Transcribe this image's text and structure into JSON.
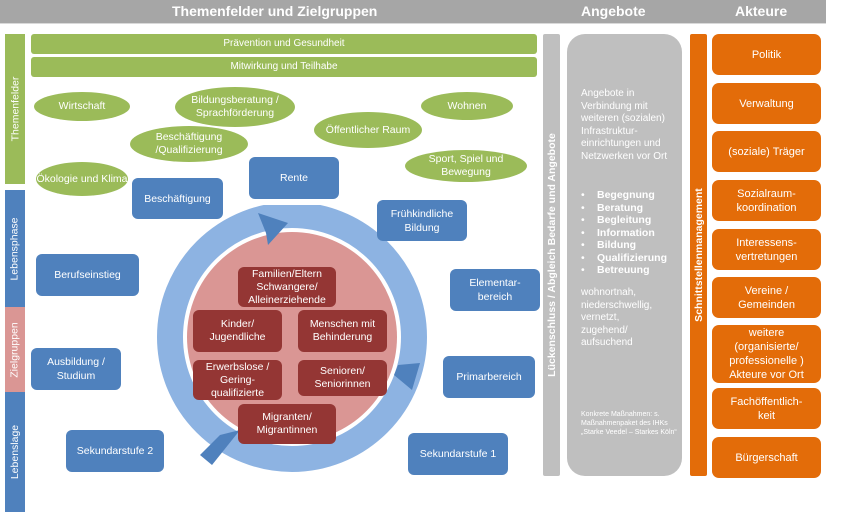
{
  "header": {
    "themenfelder_zielgruppen": "Themenfelder und Zielgruppen",
    "angebote": "Angebote",
    "akteure": "Akteure"
  },
  "side_labels": {
    "themenfelder": "Themenfelder",
    "lebensphase": "Lebensphase",
    "zielgruppen": "Zielgruppen",
    "lebenslage": "Lebenslage"
  },
  "themenfelder": {
    "bars": [
      "Prävention und Gesundheit",
      "Mitwirkung  und Teilhabe"
    ],
    "ovals": {
      "wirtschaft": "Wirtschaft",
      "bildungsberatung": "Bildungsberatung / Sprachförderung",
      "wohnen": "Wohnen",
      "beschaeftigung_qual": "Beschäftigung /Qualifizierung",
      "oeffentlicher_raum": "Öffentlicher Raum",
      "oekologie": "Ökologie und Klima",
      "sport": "Sport, Spiel und Bewegung"
    }
  },
  "lebensphasen": {
    "beschaeftigung": "Beschäftigung",
    "rente": "Rente",
    "fruehkindlich": "Frühkindliche Bildung",
    "berufseinstieg": "Berufseinstieg",
    "elementar": "Elementar-bereich",
    "ausbildung": "Ausbildung / Studium",
    "primar": "Primarbereich",
    "sek2": "Sekundarstufe 2",
    "sek1": "Sekundarstufe 1"
  },
  "zielgruppen": {
    "familien": "Familien/Eltern Schwangere/ Alleinerziehende",
    "kinder": "Kinder/ Jugendliche",
    "behinderung": "Menschen mit Behinderung",
    "erwerbslose": "Erwerbslose / Gering-qualifizierte",
    "senioren": "Senioren/ Seniorinnen",
    "migranten": "Migranten/ Migrantinnen"
  },
  "lueckenschluss": "Lückenschluss / Abgleich Bedarfe und Angebote",
  "angebote": {
    "intro": "Angebote in Verbindung mit weiteren (sozialen) Infrastruktur-einrichtungen und Netzwerken vor Ort",
    "bullets": [
      "Begegnung",
      "Beratung",
      "Begleitung",
      "Information",
      "Bildung",
      "Qualifizierung",
      "Betreuung"
    ],
    "attributes": "wohnortnah, niederschwellig, vernetzt, zugehend/ aufsuchend",
    "note": "Konkrete Maßnahmen: s. Maßnahmenpaket des IHKs „Starke Veedel – Starkes Köln“"
  },
  "schnittstellen": "Schnittstellenmanagement",
  "akteure": [
    "Politik",
    "Verwaltung",
    "(soziale) Träger",
    "Sozialraum-koordination",
    "Interessens-vertretungen",
    "Vereine / Gemeinden",
    "weitere (organisierte/ professionelle ) Akteure vor Ort",
    "Fachöffentlich-keit",
    "Bürgerschaft"
  ],
  "colors": {
    "header": "#a6a6a6",
    "green": "#9bbb59",
    "blue": "#4f81bd",
    "ring": "#8db3e2",
    "pink": "#da9694",
    "darkred": "#943634",
    "grey": "#bfbfbf",
    "orange": "#e36c09"
  }
}
